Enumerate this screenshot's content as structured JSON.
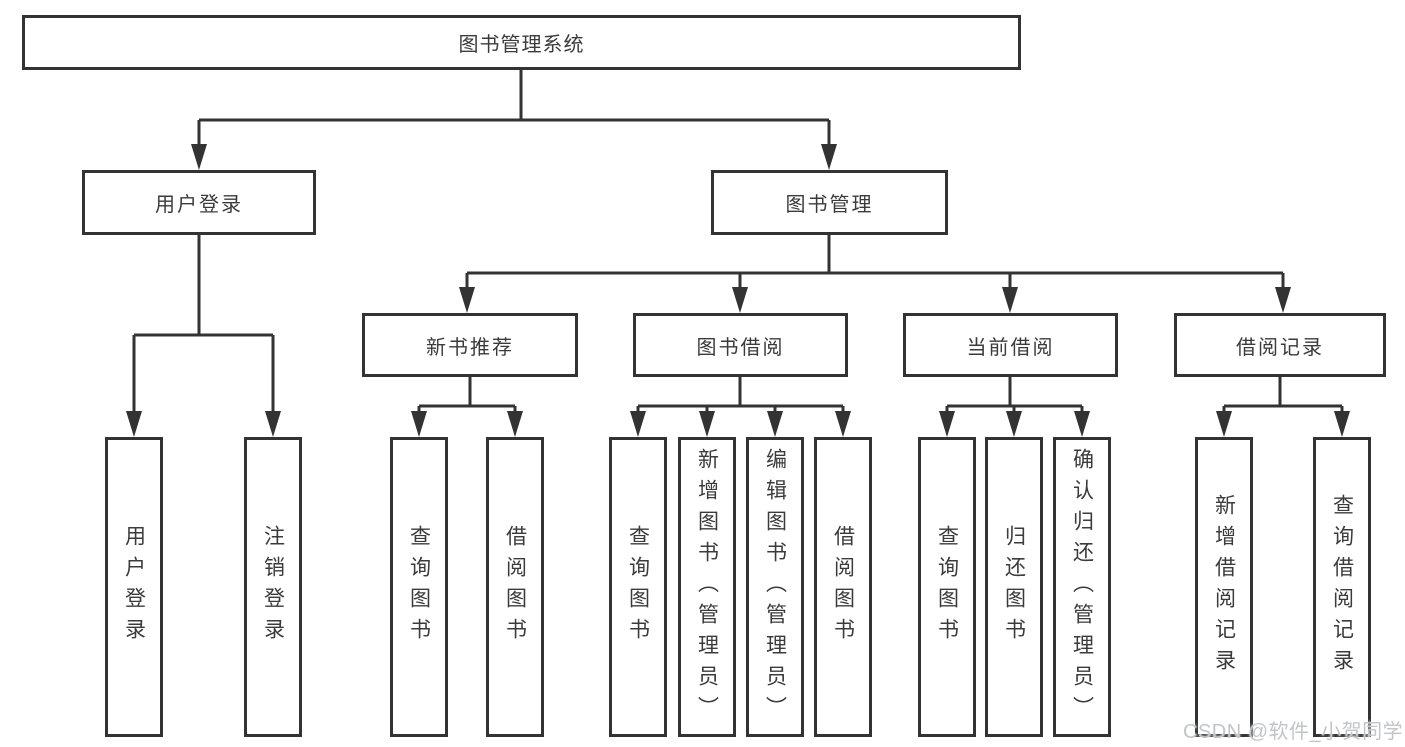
{
  "tree": {
    "label": "图书管理系统",
    "children": [
      {
        "label": "用户登录",
        "children": [
          {
            "label": "用户登录"
          },
          {
            "label": "注销登录"
          }
        ]
      },
      {
        "label": "图书管理",
        "children": [
          {
            "label": "新书推荐",
            "children": [
              {
                "label": "查询图书"
              },
              {
                "label": "借阅图书"
              }
            ]
          },
          {
            "label": "图书借阅",
            "children": [
              {
                "label": "查询图书"
              },
              {
                "label": "新增图书（管理员）"
              },
              {
                "label": "编辑图书（管理员）"
              },
              {
                "label": "借阅图书"
              }
            ]
          },
          {
            "label": "当前借阅",
            "children": [
              {
                "label": "查询图书"
              },
              {
                "label": "归还图书"
              },
              {
                "label": "确认归还（管理员）"
              }
            ]
          },
          {
            "label": "借阅记录",
            "children": [
              {
                "label": "新增借阅记录"
              },
              {
                "label": "查询借阅记录"
              }
            ]
          }
        ]
      }
    ]
  },
  "watermark": "CSDN @软件_小贺同学",
  "colors": {
    "line": "#333333",
    "box_border": "#333333",
    "text": "#3b3b3b",
    "watermark": "#c2c5cb",
    "background": "#ffffff"
  }
}
